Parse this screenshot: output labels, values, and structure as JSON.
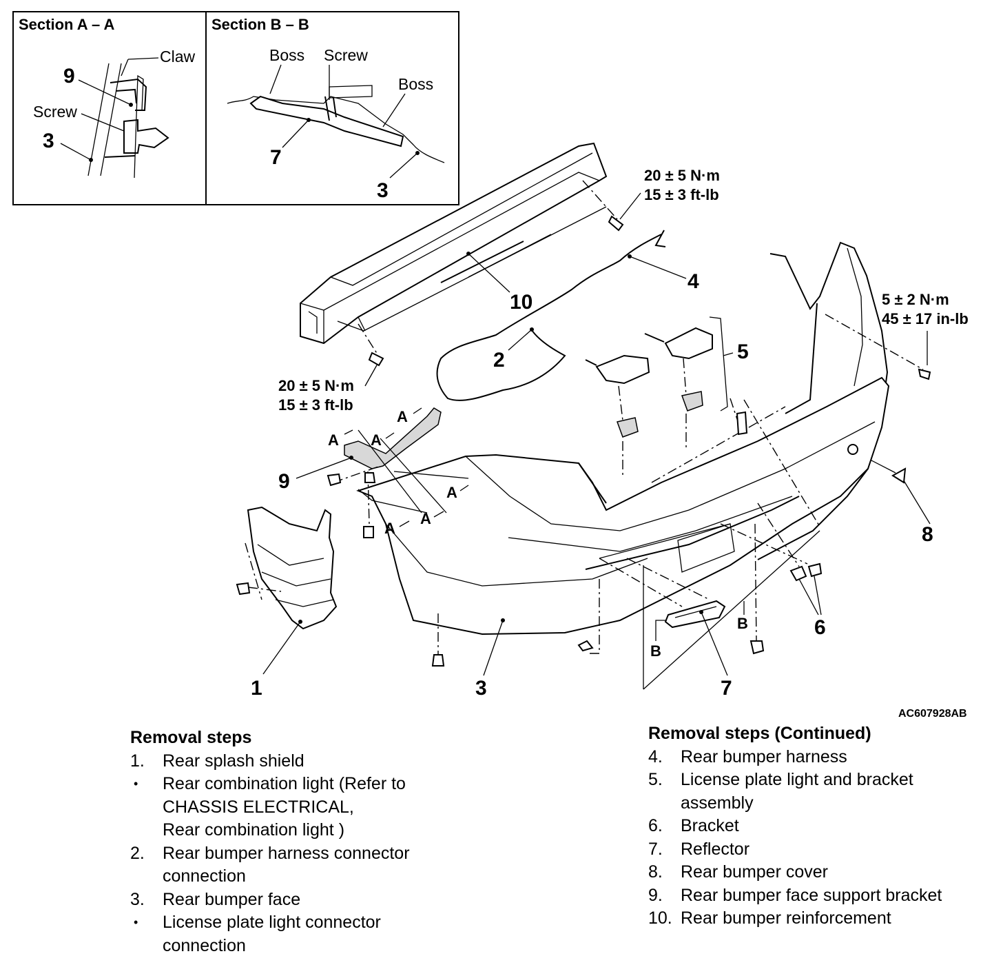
{
  "section_a": {
    "title": "Section A – A",
    "claw": "Claw",
    "screw": "Screw",
    "n9": "9",
    "n3": "3"
  },
  "section_b": {
    "title": "Section B – B",
    "boss_left": "Boss",
    "screw": "Screw",
    "boss_right": "Boss",
    "n7": "7",
    "n3": "3"
  },
  "torque": {
    "top_nm": "20 ± 5 N·m",
    "top_ftlb": "15 ± 3 ft-lb",
    "left_nm": "20 ± 5 N·m",
    "left_ftlb": "15 ± 3 ft-lb",
    "right_nm": "5 ± 2 N·m",
    "right_inlb": "45 ± 17 in-lb"
  },
  "callouts": {
    "c1": "1",
    "c2": "2",
    "c3": "3",
    "c4": "4",
    "c5": "5",
    "c6": "6",
    "c7": "7",
    "c8": "8",
    "c9": "9",
    "c10": "10",
    "a": "A",
    "b": "B"
  },
  "figure_code": "AC607928AB",
  "removal_steps": {
    "title": "Removal steps",
    "items": [
      {
        "marker": "1.",
        "text": "Rear splash shield"
      },
      {
        "marker": "•",
        "text": "Rear combination light (Refer to",
        "cont": [
          "CHASSIS ELECTRICAL,",
          "Rear combination light )"
        ]
      },
      {
        "marker": "2.",
        "text": "Rear bumper harness connector",
        "cont": [
          "connection"
        ]
      },
      {
        "marker": "3.",
        "text": "Rear bumper face"
      },
      {
        "marker": "•",
        "text": "License plate light connector",
        "cont": [
          "connection"
        ]
      }
    ]
  },
  "removal_steps_continued": {
    "title": "Removal steps (Continued)",
    "items": [
      {
        "marker": "4.",
        "text": "Rear bumper harness"
      },
      {
        "marker": "5.",
        "text": "License plate light and bracket",
        "cont": [
          "assembly"
        ]
      },
      {
        "marker": "6.",
        "text": "Bracket"
      },
      {
        "marker": "7.",
        "text": "Reflector"
      },
      {
        "marker": "8.",
        "text": "Rear bumper cover"
      },
      {
        "marker": "9.",
        "text": "Rear bumper face support bracket"
      },
      {
        "marker": "10.",
        "text": "Rear bumper reinforcement"
      }
    ]
  }
}
